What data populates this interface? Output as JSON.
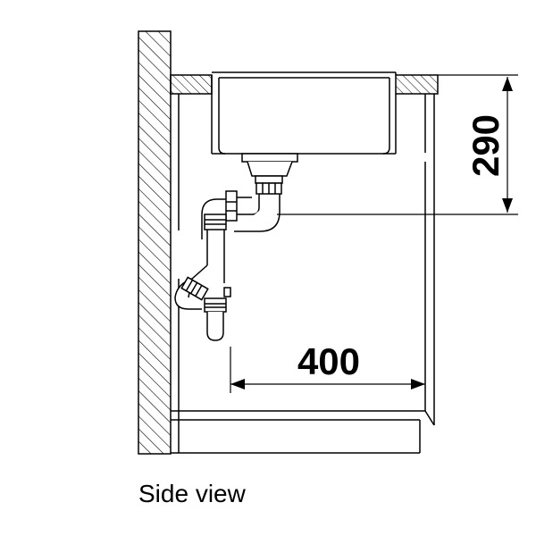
{
  "diagram": {
    "dimension_depth": "290",
    "dimension_offset": "400",
    "caption": "Side view"
  },
  "colors": {
    "line": "#000000",
    "background": "#ffffff"
  }
}
